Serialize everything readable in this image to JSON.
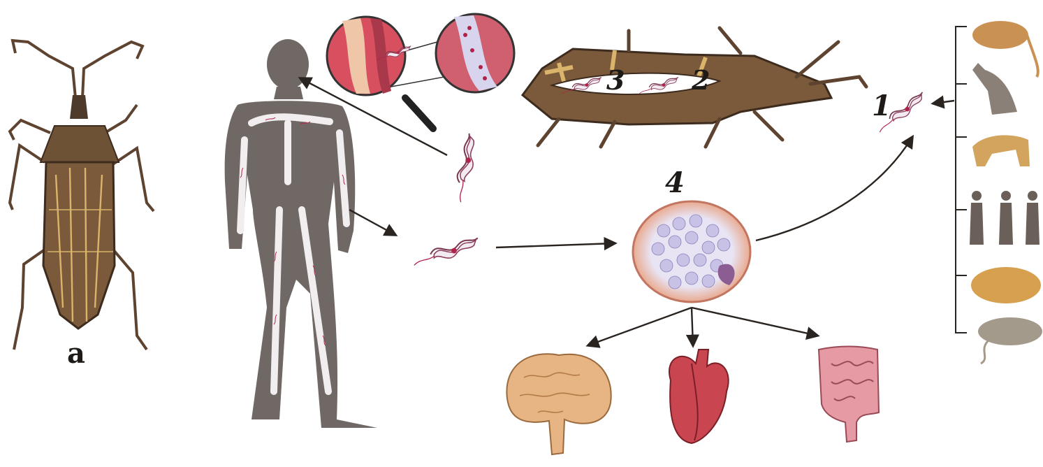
{
  "labels": {
    "bug_label": "a",
    "stage_1": "1",
    "stage_2": "2",
    "stage_3": "3",
    "stage_4": "4"
  },
  "icons": {
    "vector": "kissing-bug-icon",
    "human": "human-silhouette-icon",
    "magnifier": "magnifier-icon",
    "brain": "brain-icon",
    "heart": "heart-icon",
    "intestine": "intestine-icon",
    "reservoirs": [
      "opossum-icon",
      "cat-icon",
      "dog-icon",
      "people-icon",
      "guinea-pig-icon",
      "rat-icon"
    ]
  },
  "colors": {
    "bug": "#7a5a3a",
    "bug_stripe": "#d9b46a",
    "silhouette": "#6f6864",
    "parasite_body": "#f3e9f1",
    "parasite_nucleus": "#b0234a",
    "tissue": "#d8505f",
    "arrow": "#2a2420"
  }
}
